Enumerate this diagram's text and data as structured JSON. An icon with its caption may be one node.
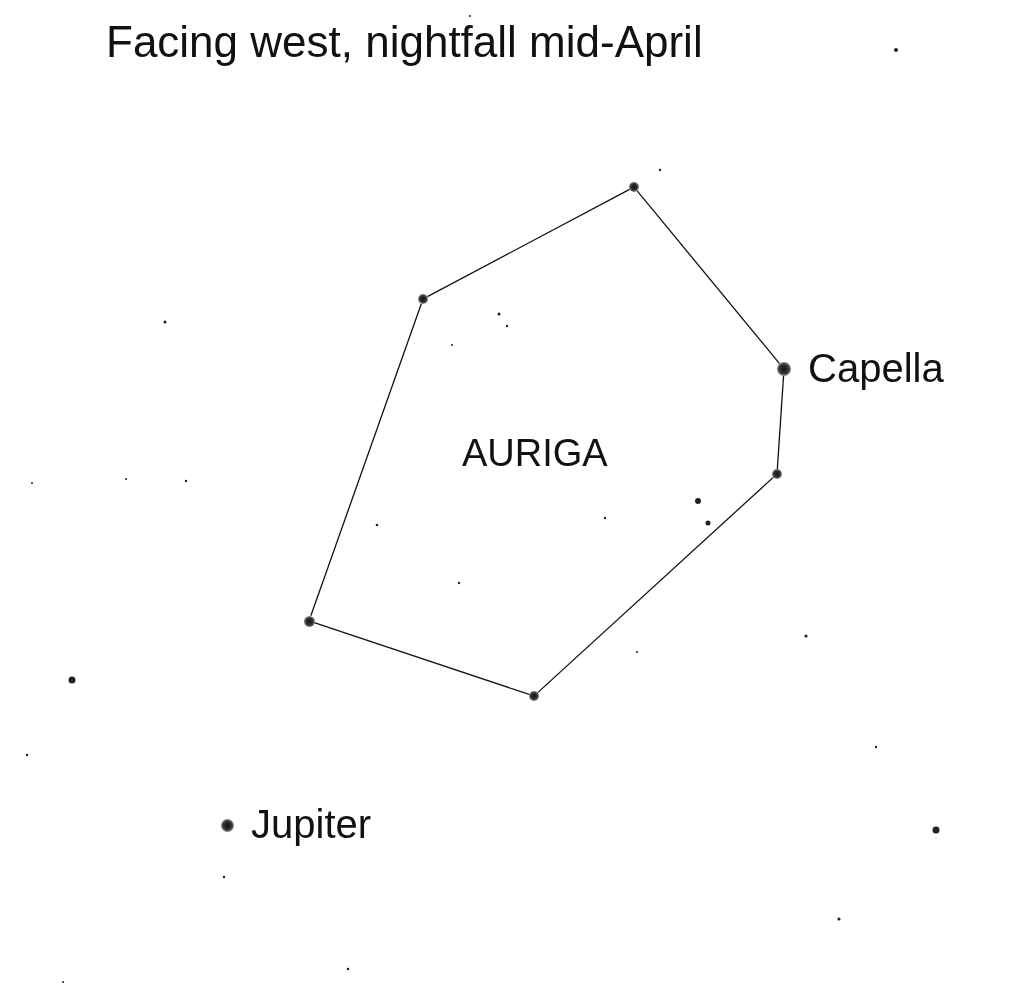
{
  "diagram": {
    "title": "Facing west, nightfall mid-April",
    "nodes": [
      {
        "text": [],
        "shape": "circle"
      },
      {
        "text": [],
        "shape": "circle"
      },
      {
        "text": [],
        "shape": "circle",
        "beside": [
          "Capella"
        ]
      },
      {
        "text": [],
        "shape": "circle"
      },
      {
        "text": [],
        "shape": "circle"
      },
      {
        "text": [],
        "shape": "circle"
      },
      {
        "text": [],
        "shape": "circle",
        "beside": [
          "Jupiter"
        ]
      }
    ],
    "edges": [
      {
        "from": 1,
        "to": 0,
        "arrow": "none"
      },
      {
        "from": 0,
        "to": 2,
        "arrow": "none"
      },
      {
        "from": 2,
        "to": 3,
        "arrow": "none"
      },
      {
        "from": 3,
        "to": 5,
        "arrow": "none"
      },
      {
        "from": 5,
        "to": 4,
        "arrow": "none"
      },
      {
        "from": 4,
        "to": 1,
        "arrow": "none"
      }
    ],
    "labels": [
      "AURIGA"
    ]
  }
}
